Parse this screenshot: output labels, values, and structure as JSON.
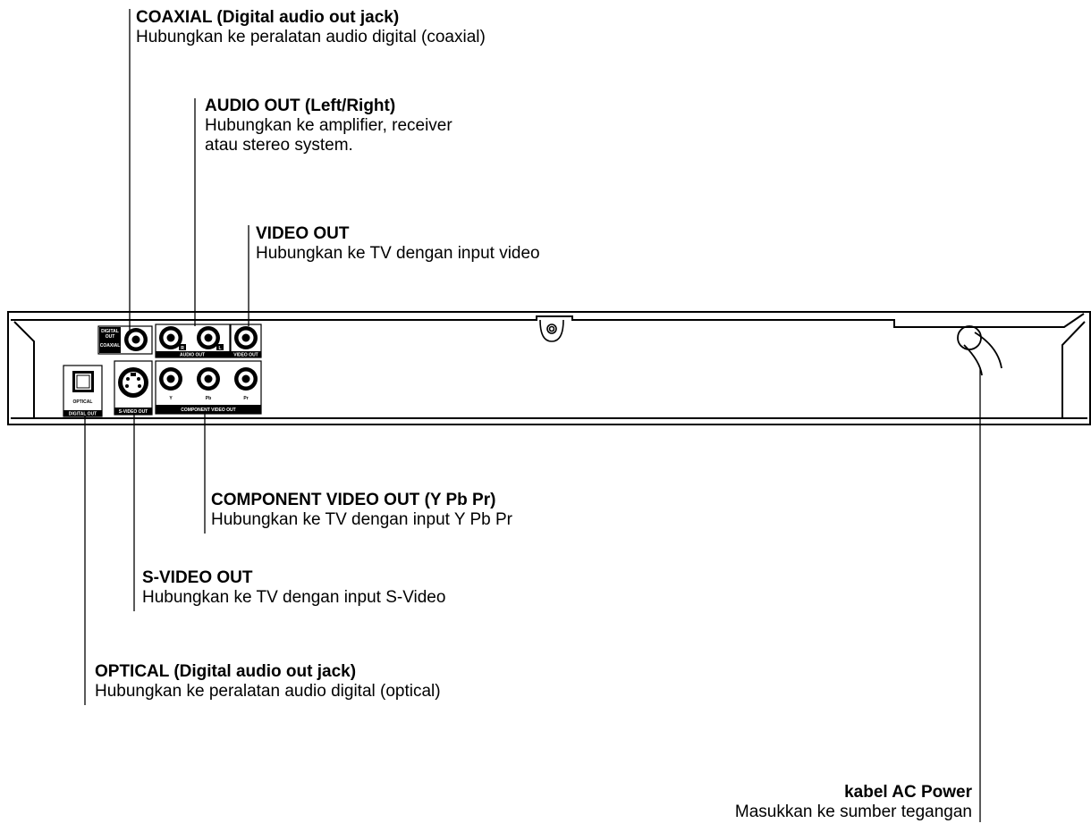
{
  "callouts": {
    "coaxial": {
      "title": "COAXIAL (Digital audio out jack)",
      "desc": [
        "Hubungkan ke peralatan audio digital (coaxial)"
      ]
    },
    "audio_out": {
      "title": "AUDIO OUT (Left/Right)",
      "desc": [
        "Hubungkan ke amplifier, receiver",
        "atau stereo system."
      ]
    },
    "video_out": {
      "title": "VIDEO OUT",
      "desc": [
        "Hubungkan ke TV dengan input video"
      ]
    },
    "component": {
      "title": "COMPONENT VIDEO OUT (Y Pb Pr)",
      "desc": [
        "Hubungkan ke TV dengan input Y Pb Pr"
      ]
    },
    "svideo": {
      "title": "S-VIDEO OUT",
      "desc": [
        "Hubungkan ke TV dengan input S-Video"
      ]
    },
    "optical": {
      "title": "OPTICAL (Digital audio out jack)",
      "desc": [
        "Hubungkan ke peralatan audio digital (optical)"
      ]
    },
    "ac_power": {
      "title": "kabel AC Power",
      "desc": [
        "Masukkan ke sumber tegangan"
      ]
    }
  },
  "panel_labels": {
    "digital_out_top": "DIGITAL",
    "digital_out_bottom": "OUT",
    "coaxial": "COAXIAL",
    "audio_out": "AUDIO OUT",
    "audio_r": "R",
    "audio_l": "L",
    "video_out": "VIDEO OUT",
    "component_y": "Y",
    "component_pb": "Pb",
    "component_pr": "Pr",
    "component_video_out": "COMPONENT VIDEO OUT",
    "optical": "OPTICAL",
    "digital_out": "DIGITAL OUT",
    "svideo_out": "S-VIDEO OUT"
  }
}
